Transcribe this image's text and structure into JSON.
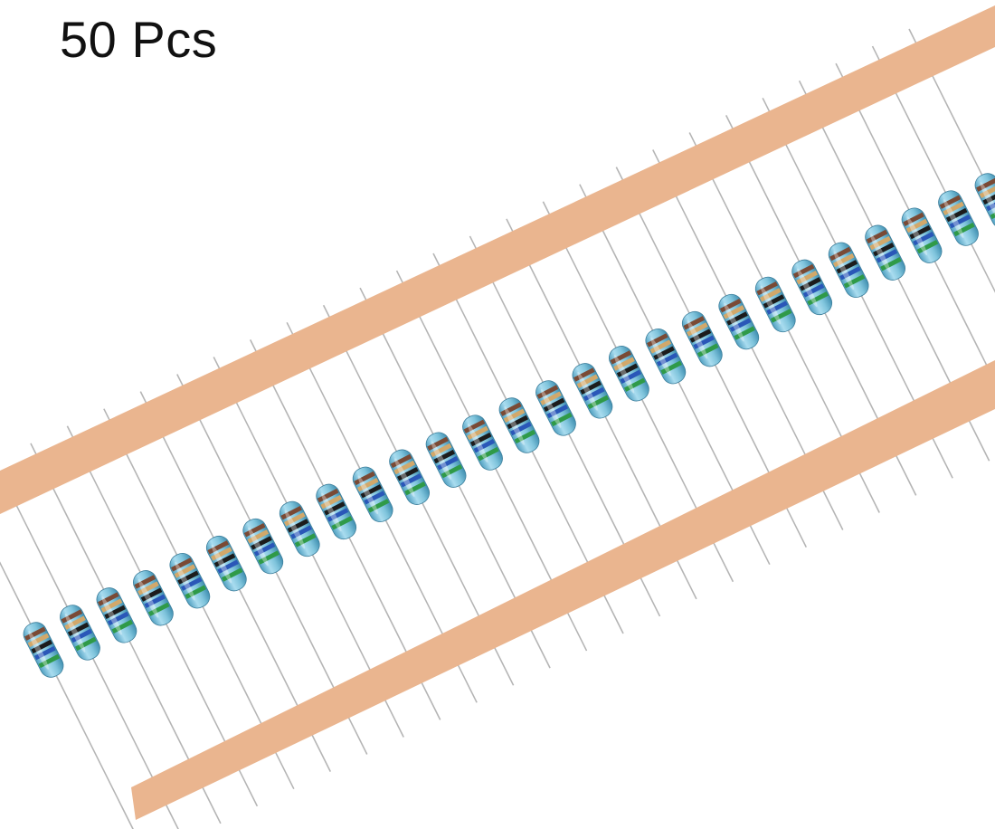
{
  "caption": {
    "text": "50 Pcs"
  },
  "colors": {
    "background": "#ffffff",
    "paper_tape": "#eab58f",
    "lead_wire": "#b5b5b5",
    "resistor_body": "#7fc4dc",
    "band_brown": "#7a4a35",
    "band_gold": "#d2a86a",
    "band_black": "#1c1c1c",
    "band_blue": "#2a57b8",
    "band_green": "#2f9a48"
  },
  "scene": {
    "subject": "resistor-tape-strip",
    "visible_resistor_count": 27
  }
}
